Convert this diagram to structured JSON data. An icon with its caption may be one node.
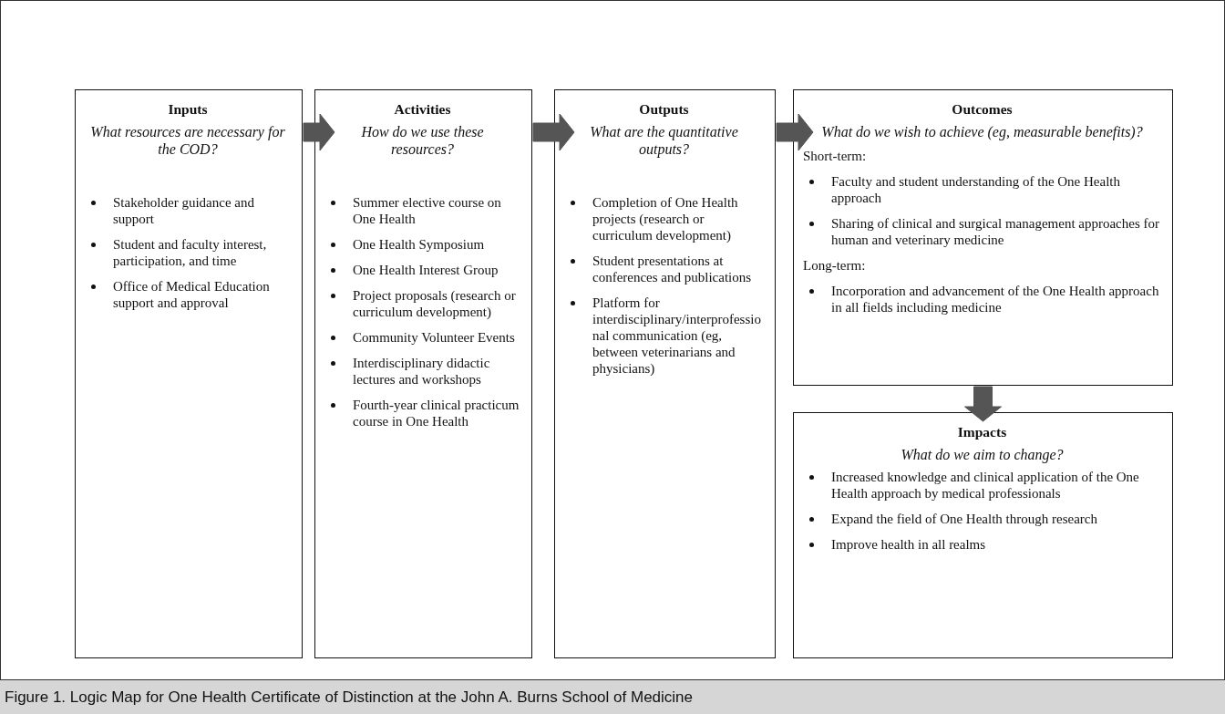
{
  "diagram": {
    "caption": "Figure 1. Logic Map for One Health Certificate of Distinction at the John A. Burns School of Medicine",
    "nodes": [
      {
        "text": [
          "Inputs",
          "What resources are necessary for the COD?",
          "Stakeholder guidance and support",
          "Student and faculty interest, participation, and time",
          "Office of Medical Education support and approval"
        ]
      },
      {
        "text": [
          "Activities",
          "How do we use these resources?",
          "Summer elective course on One Health",
          "One Health Symposium",
          "One Health Interest Group",
          "Project proposals (research or curriculum development)",
          "Community Volunteer Events",
          "Interdisciplinary didactic lectures and workshops",
          "Fourth-year clinical practicum course in One Health"
        ]
      },
      {
        "text": [
          "Outputs",
          "What are the quantitative outputs?",
          "Completion of One Health projects (research or curriculum development)",
          "Student presentations at conferences and publications",
          "Platform for interdisciplinary/interprofessional communication (eg, between veterinarians and physicians)"
        ]
      },
      {
        "text": [
          "Outcomes",
          "What do we wish to achieve (eg, measurable benefits)?",
          "Short-term:",
          "Faculty and student understanding of the One Health approach",
          "Sharing of clinical and surgical management approaches for human and veterinary medicine",
          "Long-term:",
          "Incorporation and advancement of the One Health approach in all fields including medicine"
        ]
      },
      {
        "text": [
          "Impacts",
          "What do we aim to change?",
          "Increased knowledge and clinical application of the One Health approach by medical professionals",
          "Expand the field of One Health through research",
          "Improve health in all realms"
        ]
      }
    ],
    "edges": [
      {
        "from": 0,
        "to": 1,
        "arrow": "to"
      },
      {
        "from": 1,
        "to": 2,
        "arrow": "to"
      },
      {
        "from": 2,
        "to": 3,
        "arrow": "to"
      },
      {
        "from": 3,
        "to": 4,
        "arrow": "to"
      }
    ]
  }
}
